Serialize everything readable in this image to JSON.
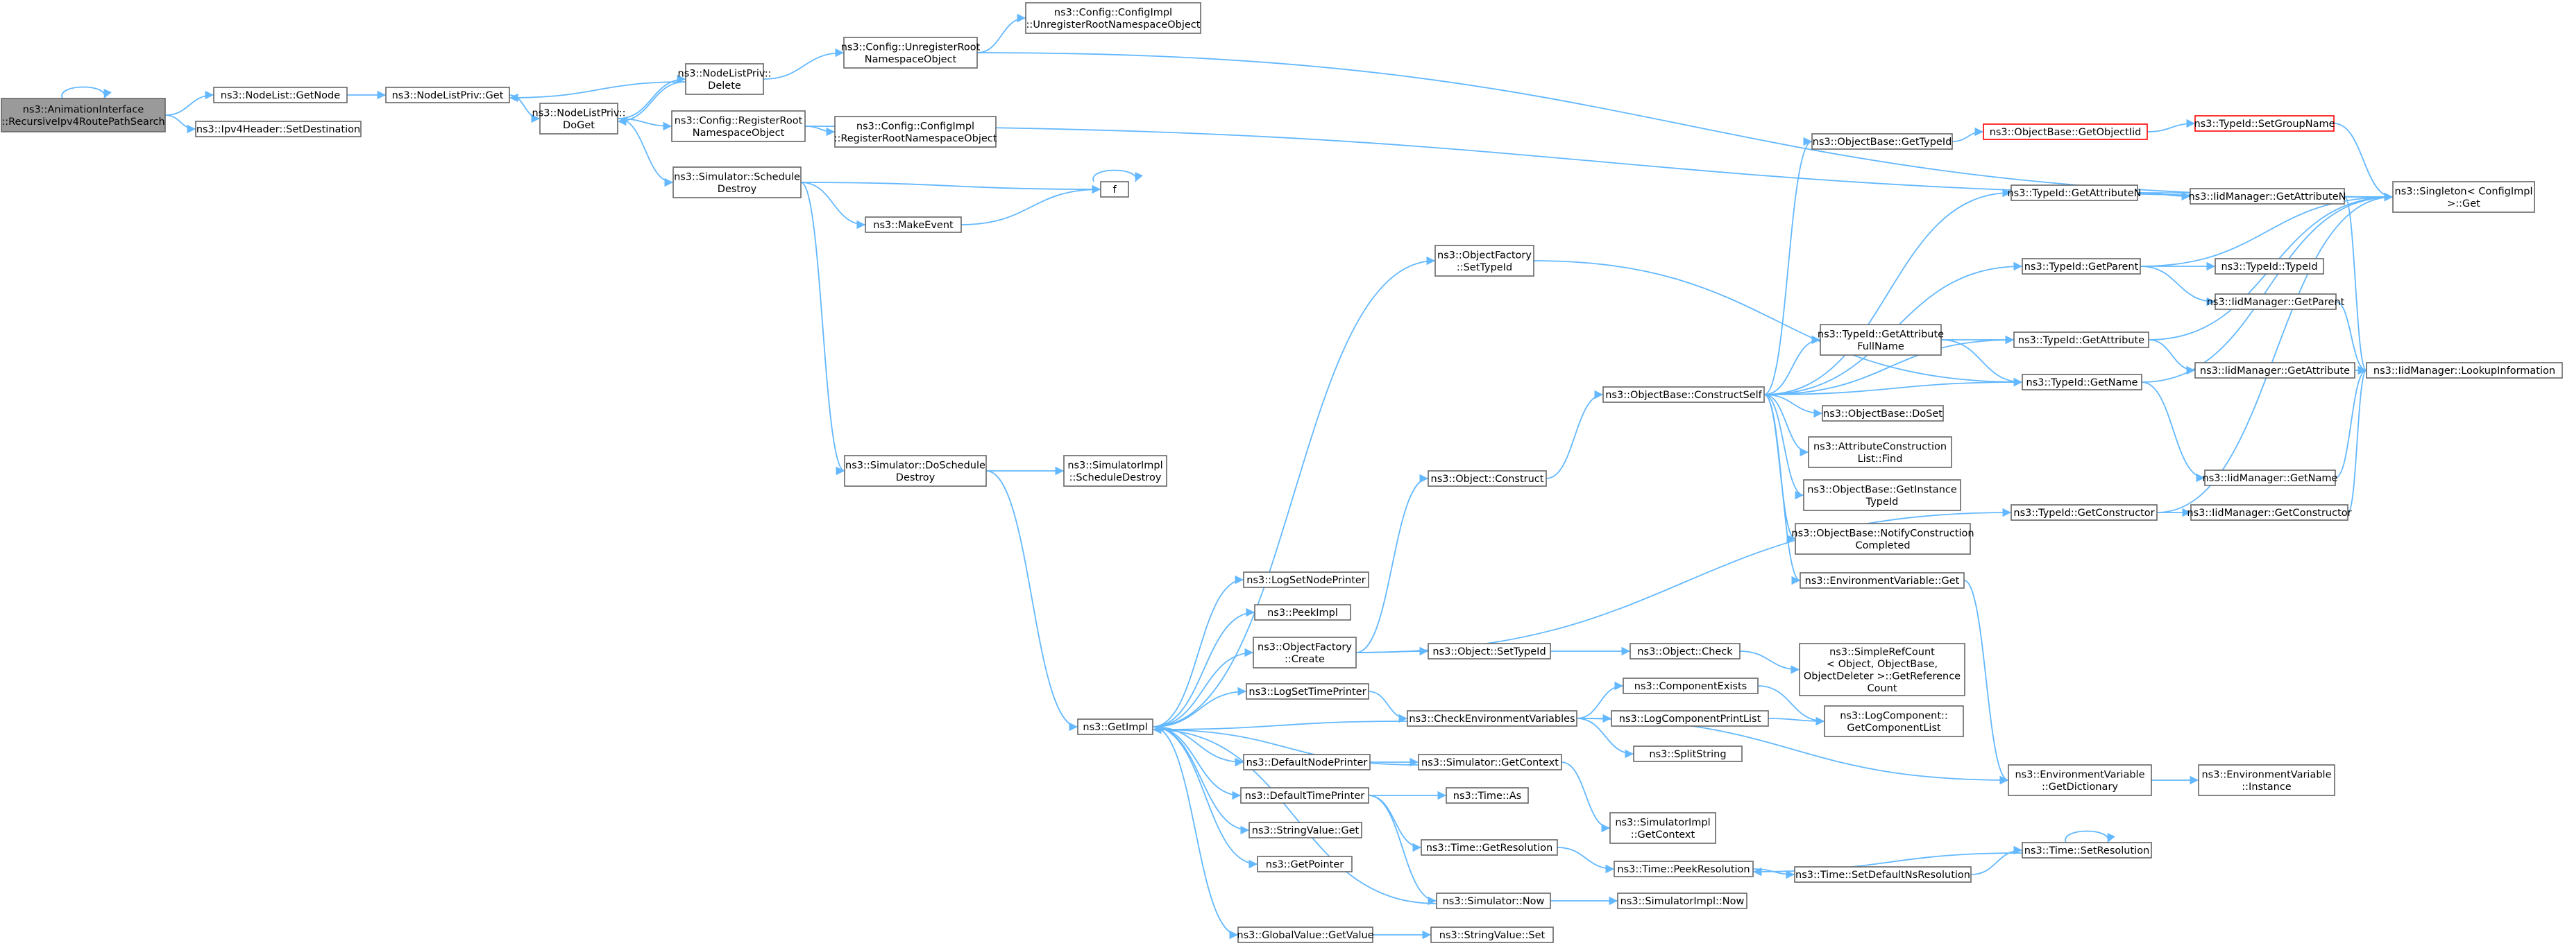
{
  "colors": {
    "edge": "#63b8ff",
    "node_border": "#666666",
    "root_fill": "#9a9a9a",
    "highlight_border": "#ff0000"
  },
  "nodes": [
    {
      "id": "root",
      "lines": [
        "ns3::AnimationInterface",
        "::RecursiveIpv4RoutePathSearch"
      ],
      "style": "root"
    },
    {
      "id": "nl_getnode",
      "lines": [
        "ns3::NodeList::GetNode"
      ]
    },
    {
      "id": "ipv4_setdest",
      "lines": [
        "ns3::Ipv4Header::SetDestination"
      ]
    },
    {
      "id": "nlp_get",
      "lines": [
        "ns3::NodeListPriv::Get"
      ]
    },
    {
      "id": "nlp_doget",
      "lines": [
        "ns3::NodeListPriv::",
        "DoGet"
      ]
    },
    {
      "id": "nlp_delete",
      "lines": [
        "ns3::NodeListPriv::",
        "Delete"
      ]
    },
    {
      "id": "cfg_unreg",
      "lines": [
        "ns3::Config::UnregisterRoot",
        "NamespaceObject"
      ]
    },
    {
      "id": "cfgimpl_unreg",
      "lines": [
        "ns3::Config::ConfigImpl",
        "::UnregisterRootNamespaceObject"
      ]
    },
    {
      "id": "cfg_reg",
      "lines": [
        "ns3::Config::RegisterRoot",
        "NamespaceObject"
      ]
    },
    {
      "id": "cfgimpl_reg",
      "lines": [
        "ns3::Config::ConfigImpl",
        "::RegisterRootNamespaceObject"
      ]
    },
    {
      "id": "sim_schedule",
      "lines": [
        "ns3::Simulator::Schedule",
        "Destroy"
      ]
    },
    {
      "id": "f",
      "lines": [
        "f"
      ]
    },
    {
      "id": "makeevent",
      "lines": [
        "ns3::MakeEvent"
      ]
    },
    {
      "id": "sim_doschedule",
      "lines": [
        "ns3::Simulator::DoSchedule",
        "Destroy"
      ]
    },
    {
      "id": "simimpl_schedule",
      "lines": [
        "ns3::SimulatorImpl",
        "::ScheduleDestroy"
      ]
    },
    {
      "id": "getimpl",
      "lines": [
        "ns3::GetImpl"
      ]
    },
    {
      "id": "singleton_get",
      "lines": [
        "ns3::Singleton< ConfigImpl",
        " >::Get"
      ]
    },
    {
      "id": "objfactory_settypeid",
      "lines": [
        "ns3::ObjectFactory",
        "::SetTypeId"
      ]
    },
    {
      "id": "object_construct",
      "lines": [
        "ns3::Object::Construct"
      ]
    },
    {
      "id": "objbase_constructself",
      "lines": [
        "ns3::ObjectBase::ConstructSelf"
      ]
    },
    {
      "id": "objbase_gettypeid",
      "lines": [
        "ns3::ObjectBase::GetTypeId"
      ]
    },
    {
      "id": "objbase_getobjectiid",
      "lines": [
        "ns3::ObjectBase::GetObjectIid"
      ],
      "style": "red"
    },
    {
      "id": "typeid_setgroupname",
      "lines": [
        "ns3::TypeId::SetGroupName"
      ],
      "style": "red"
    },
    {
      "id": "typeid_getattributen",
      "lines": [
        "ns3::TypeId::GetAttributeN"
      ]
    },
    {
      "id": "iidmgr_getattributen",
      "lines": [
        "ns3::IidManager::GetAttributeN"
      ]
    },
    {
      "id": "typeid_getparent",
      "lines": [
        "ns3::TypeId::GetParent"
      ]
    },
    {
      "id": "typeid_typeid",
      "lines": [
        "ns3::TypeId::TypeId"
      ]
    },
    {
      "id": "iidmgr_getparent",
      "lines": [
        "ns3::IidManager::GetParent"
      ]
    },
    {
      "id": "typeid_getattrfullname",
      "lines": [
        "ns3::TypeId::GetAttribute",
        "FullName"
      ]
    },
    {
      "id": "typeid_getattribute",
      "lines": [
        "ns3::TypeId::GetAttribute"
      ]
    },
    {
      "id": "iidmgr_getattribute",
      "lines": [
        "ns3::IidManager::GetAttribute"
      ]
    },
    {
      "id": "iidmgr_lookup",
      "lines": [
        "ns3::IidManager::LookupInformation"
      ]
    },
    {
      "id": "typeid_getname",
      "lines": [
        "ns3::TypeId::GetName"
      ]
    },
    {
      "id": "objbase_doset",
      "lines": [
        "ns3::ObjectBase::DoSet"
      ]
    },
    {
      "id": "attrconst_find",
      "lines": [
        "ns3::AttributeConstruction",
        "List::Find"
      ]
    },
    {
      "id": "objbase_getinstance",
      "lines": [
        "ns3::ObjectBase::GetInstance",
        "TypeId"
      ]
    },
    {
      "id": "iidmgr_getname",
      "lines": [
        "ns3::IidManager::GetName"
      ]
    },
    {
      "id": "objbase_notify",
      "lines": [
        "ns3::ObjectBase::NotifyConstruction",
        "Completed"
      ]
    },
    {
      "id": "typeid_getconstructor",
      "lines": [
        "ns3::TypeId::GetConstructor"
      ]
    },
    {
      "id": "iidmgr_getconstructor",
      "lines": [
        "ns3::IidManager::GetConstructor"
      ]
    },
    {
      "id": "envvar_get",
      "lines": [
        "ns3::EnvironmentVariable::Get"
      ]
    },
    {
      "id": "logsetnodeprinter",
      "lines": [
        "ns3::LogSetNodePrinter"
      ]
    },
    {
      "id": "peekimpl",
      "lines": [
        "ns3::PeekImpl"
      ]
    },
    {
      "id": "objfactory_create",
      "lines": [
        "ns3::ObjectFactory",
        "::Create"
      ]
    },
    {
      "id": "object_settypeid",
      "lines": [
        "ns3::Object::SetTypeId"
      ]
    },
    {
      "id": "object_check",
      "lines": [
        "ns3::Object::Check"
      ]
    },
    {
      "id": "simplerefcount",
      "lines": [
        "ns3::SimpleRefCount",
        "< Object, ObjectBase,",
        "ObjectDeleter >::GetReference",
        "Count"
      ]
    },
    {
      "id": "logsettimeprinter",
      "lines": [
        "ns3::LogSetTimePrinter"
      ]
    },
    {
      "id": "checkenvvars",
      "lines": [
        "ns3::CheckEnvironmentVariables"
      ]
    },
    {
      "id": "componentexists",
      "lines": [
        "ns3::ComponentExists"
      ]
    },
    {
      "id": "logcomp_printlist",
      "lines": [
        "ns3::LogComponentPrintList"
      ]
    },
    {
      "id": "logcomp_getlist",
      "lines": [
        "ns3::LogComponent::",
        "GetComponentList"
      ]
    },
    {
      "id": "splitstring",
      "lines": [
        "ns3::SplitString"
      ]
    },
    {
      "id": "defaultnodeprinter",
      "lines": [
        "ns3::DefaultNodePrinter"
      ]
    },
    {
      "id": "sim_getcontext",
      "lines": [
        "ns3::Simulator::GetContext"
      ]
    },
    {
      "id": "envvar_getdict",
      "lines": [
        "ns3::EnvironmentVariable",
        "::GetDictionary"
      ]
    },
    {
      "id": "envvar_instance",
      "lines": [
        "ns3::EnvironmentVariable",
        "::Instance"
      ]
    },
    {
      "id": "defaulttimeprinter",
      "lines": [
        "ns3::DefaultTimePrinter"
      ]
    },
    {
      "id": "time_as",
      "lines": [
        "ns3::Time::As"
      ]
    },
    {
      "id": "simimpl_getcontext",
      "lines": [
        "ns3::SimulatorImpl",
        "::GetContext"
      ]
    },
    {
      "id": "stringvalue_get",
      "lines": [
        "ns3::StringValue::Get"
      ]
    },
    {
      "id": "time_getresolution",
      "lines": [
        "ns3::Time::GetResolution"
      ]
    },
    {
      "id": "time_setresolution",
      "lines": [
        "ns3::Time::SetResolution"
      ]
    },
    {
      "id": "time_peekresolution",
      "lines": [
        "ns3::Time::PeekResolution"
      ]
    },
    {
      "id": "time_setdefaultns",
      "lines": [
        "ns3::Time::SetDefaultNsResolution"
      ]
    },
    {
      "id": "getpointer",
      "lines": [
        "ns3::GetPointer"
      ]
    },
    {
      "id": "sim_now",
      "lines": [
        "ns3::Simulator::Now"
      ]
    },
    {
      "id": "simimpl_now",
      "lines": [
        "ns3::SimulatorImpl::Now"
      ]
    },
    {
      "id": "globalvalue_getvalue",
      "lines": [
        "ns3::GlobalValue::GetValue"
      ]
    },
    {
      "id": "stringvalue_set",
      "lines": [
        "ns3::StringValue::Set"
      ]
    }
  ],
  "edges": [
    [
      "root",
      "root"
    ],
    [
      "root",
      "nl_getnode"
    ],
    [
      "root",
      "ipv4_setdest"
    ],
    [
      "nl_getnode",
      "nlp_get"
    ],
    [
      "nlp_get",
      "nlp_doget"
    ],
    [
      "nlp_doget",
      "nlp_delete"
    ],
    [
      "nlp_delete",
      "nlp_doget"
    ],
    [
      "nlp_delete",
      "nlp_get"
    ],
    [
      "nlp_delete",
      "cfg_unreg"
    ],
    [
      "cfg_unreg",
      "cfgimpl_unreg"
    ],
    [
      "cfg_unreg",
      "singleton_get"
    ],
    [
      "nlp_doget",
      "cfg_reg"
    ],
    [
      "cfg_reg",
      "cfgimpl_reg"
    ],
    [
      "cfg_reg",
      "singleton_get"
    ],
    [
      "nlp_doget",
      "sim_schedule"
    ],
    [
      "sim_schedule",
      "f"
    ],
    [
      "f",
      "f"
    ],
    [
      "sim_schedule",
      "makeevent"
    ],
    [
      "makeevent",
      "f"
    ],
    [
      "sim_schedule",
      "sim_doschedule"
    ],
    [
      "sim_doschedule",
      "simimpl_schedule"
    ],
    [
      "sim_doschedule",
      "getimpl"
    ],
    [
      "getimpl",
      "objfactory_settypeid"
    ],
    [
      "objfactory_settypeid",
      "typeid_getname"
    ],
    [
      "getimpl",
      "logsetnodeprinter"
    ],
    [
      "getimpl",
      "peekimpl"
    ],
    [
      "getimpl",
      "objfactory_create"
    ],
    [
      "getimpl",
      "logsettimeprinter"
    ],
    [
      "getimpl",
      "defaultnodeprinter"
    ],
    [
      "getimpl",
      "defaulttimeprinter"
    ],
    [
      "getimpl",
      "stringvalue_get"
    ],
    [
      "getimpl",
      "getpointer"
    ],
    [
      "getimpl",
      "globalvalue_getvalue"
    ],
    [
      "objfactory_create",
      "object_construct"
    ],
    [
      "objfactory_create",
      "object_settypeid"
    ],
    [
      "objfactory_create",
      "typeid_getconstructor"
    ],
    [
      "object_construct",
      "objbase_constructself"
    ],
    [
      "objbase_constructself",
      "objbase_gettypeid"
    ],
    [
      "objbase_constructself",
      "typeid_getattributen"
    ],
    [
      "objbase_constructself",
      "typeid_getparent"
    ],
    [
      "objbase_constructself",
      "typeid_getattrfullname"
    ],
    [
      "objbase_constructself",
      "typeid_getattribute"
    ],
    [
      "objbase_constructself",
      "typeid_getname"
    ],
    [
      "objbase_constructself",
      "objbase_doset"
    ],
    [
      "objbase_constructself",
      "attrconst_find"
    ],
    [
      "objbase_constructself",
      "objbase_getinstance"
    ],
    [
      "objbase_constructself",
      "objbase_notify"
    ],
    [
      "objbase_constructself",
      "envvar_get"
    ],
    [
      "objbase_gettypeid",
      "objbase_getobjectiid"
    ],
    [
      "objbase_getobjectiid",
      "typeid_setgroupname"
    ],
    [
      "typeid_setgroupname",
      "singleton_get"
    ],
    [
      "typeid_getattributen",
      "iidmgr_getattributen"
    ],
    [
      "typeid_getattributen",
      "singleton_get"
    ],
    [
      "iidmgr_getattributen",
      "iidmgr_lookup"
    ],
    [
      "typeid_getparent",
      "typeid_typeid"
    ],
    [
      "typeid_getparent",
      "iidmgr_getparent"
    ],
    [
      "typeid_getparent",
      "singleton_get"
    ],
    [
      "iidmgr_getparent",
      "iidmgr_lookup"
    ],
    [
      "typeid_getattrfullname",
      "typeid_getattribute"
    ],
    [
      "typeid_getattrfullname",
      "typeid_getname"
    ],
    [
      "typeid_getattribute",
      "iidmgr_getattribute"
    ],
    [
      "typeid_getattribute",
      "singleton_get"
    ],
    [
      "iidmgr_getattribute",
      "iidmgr_lookup"
    ],
    [
      "typeid_getname",
      "iidmgr_getname"
    ],
    [
      "typeid_getname",
      "singleton_get"
    ],
    [
      "iidmgr_getname",
      "iidmgr_lookup"
    ],
    [
      "typeid_getconstructor",
      "iidmgr_getconstructor"
    ],
    [
      "typeid_getconstructor",
      "singleton_get"
    ],
    [
      "iidmgr_getconstructor",
      "iidmgr_lookup"
    ],
    [
      "envvar_get",
      "envvar_getdict"
    ],
    [
      "envvar_getdict",
      "envvar_instance"
    ],
    [
      "object_settypeid",
      "object_check"
    ],
    [
      "object_check",
      "simplerefcount"
    ],
    [
      "logsettimeprinter",
      "checkenvvars"
    ],
    [
      "checkenvvars",
      "getimpl"
    ],
    [
      "checkenvvars",
      "componentexists"
    ],
    [
      "checkenvvars",
      "logcomp_printlist"
    ],
    [
      "checkenvvars",
      "splitstring"
    ],
    [
      "checkenvvars",
      "envvar_getdict"
    ],
    [
      "componentexists",
      "logcomp_getlist"
    ],
    [
      "logcomp_printlist",
      "logcomp_getlist"
    ],
    [
      "defaultnodeprinter",
      "sim_getcontext"
    ],
    [
      "sim_getcontext",
      "getimpl"
    ],
    [
      "sim_getcontext",
      "simimpl_getcontext"
    ],
    [
      "defaulttimeprinter",
      "time_as"
    ],
    [
      "defaulttimeprinter",
      "time_getresolution"
    ],
    [
      "defaulttimeprinter",
      "sim_now"
    ],
    [
      "time_getresolution",
      "time_peekresolution"
    ],
    [
      "time_setresolution",
      "time_setresolution"
    ],
    [
      "time_setresolution",
      "time_peekresolution"
    ],
    [
      "time_peekresolution",
      "time_setdefaultns"
    ],
    [
      "time_setdefaultns",
      "time_setresolution"
    ],
    [
      "sim_now",
      "getimpl"
    ],
    [
      "sim_now",
      "simimpl_now"
    ],
    [
      "globalvalue_getvalue",
      "stringvalue_set"
    ]
  ]
}
